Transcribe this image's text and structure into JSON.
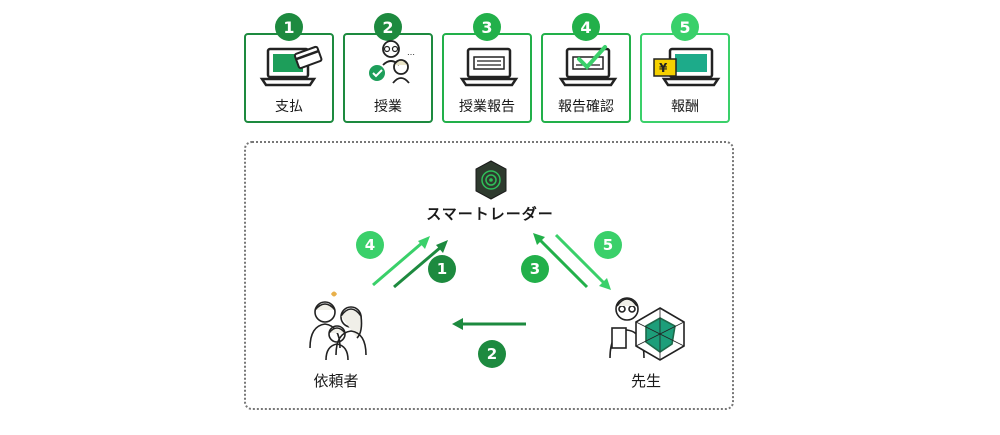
{
  "steps": [
    {
      "number": "1",
      "label": "支払",
      "icon": "laptop-card-icon",
      "color": "#1d8a3f"
    },
    {
      "number": "2",
      "label": "授業",
      "icon": "teacher-student-icon",
      "color": "#1d8a3f"
    },
    {
      "number": "3",
      "label": "授業報告",
      "icon": "laptop-report-icon",
      "color": "#22b04a"
    },
    {
      "number": "4",
      "label": "報告確認",
      "icon": "laptop-check-icon",
      "color": "#22b04a"
    },
    {
      "number": "5",
      "label": "報酬",
      "icon": "laptop-yen-icon",
      "color": "#3ad06a"
    }
  ],
  "diagram": {
    "center_label": "スマートレーダー",
    "client_label": "依頼者",
    "teacher_label": "先生",
    "flows": [
      {
        "number": "1",
        "color": "#1d8a3f"
      },
      {
        "number": "2",
        "color": "#1d8a3f"
      },
      {
        "number": "3",
        "color": "#22b04a"
      },
      {
        "number": "4",
        "color": "#3ad06a"
      },
      {
        "number": "5",
        "color": "#3ad06a"
      }
    ]
  },
  "colors": {
    "dark_green": "#1d8a3f",
    "mid_green": "#22b04a",
    "light_green": "#3ad06a"
  }
}
